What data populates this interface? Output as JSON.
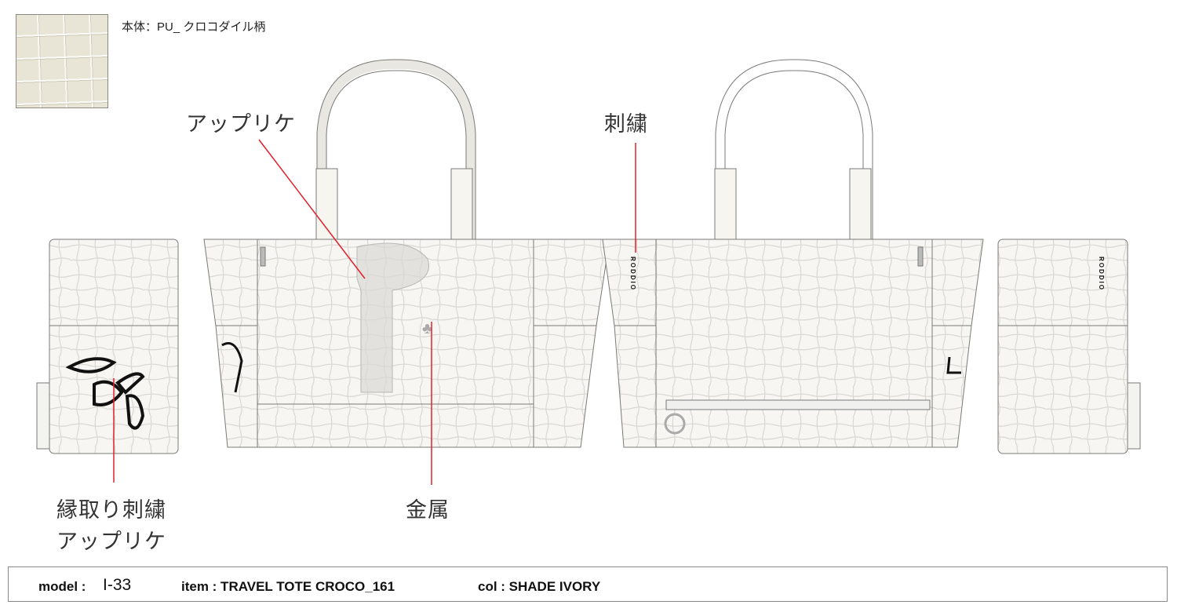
{
  "material": {
    "label": "本体：PU_ クロコダイル柄"
  },
  "callouts": {
    "applique": "アップリケ",
    "embroidery": "刺繍",
    "edge_embroidery_line1": "縁取り刺繍",
    "edge_embroidery_line2": "アップリケ",
    "metal": "金属"
  },
  "brand_embroidery": "RODDIO",
  "footer": {
    "model_key": "model :",
    "model_value": "I-33",
    "item": "item : TRAVEL TOTE CROCO_161",
    "color": "col : SHADE IVORY"
  },
  "colors": {
    "leader_line": "#e0202a",
    "body": "#f6f5f0",
    "outline": "#7a7a78"
  }
}
